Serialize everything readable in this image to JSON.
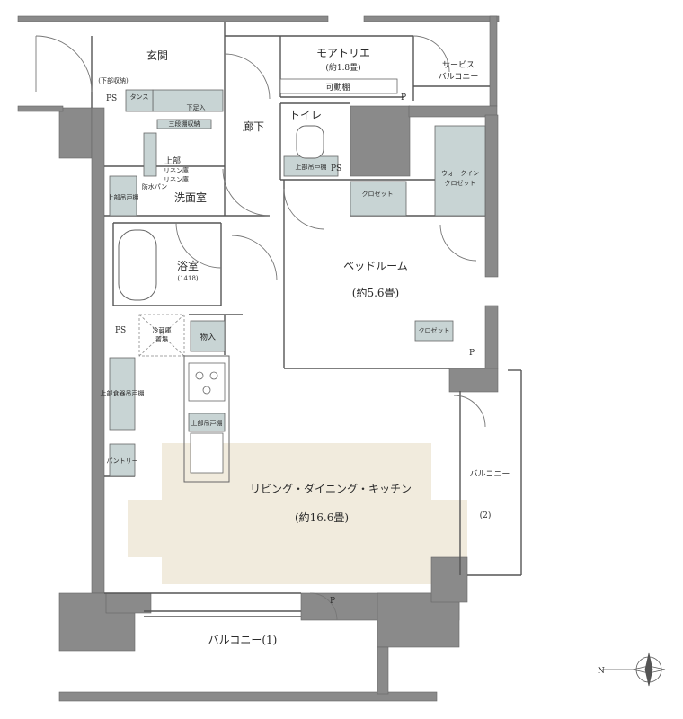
{
  "rooms": {
    "entrance": "玄関",
    "atelier_name": "モアトリエ",
    "atelier_size": "(約1.8畳)",
    "movable_shelf": "可動棚",
    "service_balcony_1": "サービス",
    "service_balcony_2": "バルコニー",
    "lower_storage": "(下部収納)",
    "shoe_cabinet": "下足入",
    "shoe_tall": "タンス",
    "corridor": "廊下",
    "toilet": "トイレ",
    "toilet_upper_shelf": "上部吊戸棚",
    "triple_shelf": "三段棚収納",
    "linen_upper_1": "上部",
    "linen_upper_2": "リネン庫",
    "linen": "リネン庫",
    "washroom": "洗面室",
    "waterproof_pan": "防水パン",
    "upper_hanging_shelf": "上部吊戸棚",
    "bathroom": "浴室",
    "bath_size": "(1418)",
    "closet_1": "クロゼット",
    "walkin_1": "ウォークイン",
    "walkin_2": "クロゼット",
    "bedroom": "ベッドルーム",
    "bedroom_size": "(約5.6畳)",
    "closet_2": "クロゼット",
    "fridge": "冷蔵庫",
    "fridge_space": "置場",
    "storage": "物入",
    "food_shelf": "上部食器吊戸棚",
    "kitchen_upper_shelf": "上部吊戸棚",
    "pantry": "パントリー",
    "ldk": "リビング・ダイニング・キッチン",
    "ldk_size": "(約16.6畳)",
    "balcony_2_a": "バルコニー",
    "balcony_2_b": "(2)",
    "balcony_1": "バルコニー(1)"
  },
  "markers": {
    "ps": "PS",
    "p": "P",
    "north": "N"
  },
  "colors": {
    "wall": "#8a8a8a",
    "wall_dark": "#6f6f6f",
    "ldk_fill": "#f1ebdd",
    "fixture_fill": "#c8d4d4",
    "line": "#555555"
  }
}
